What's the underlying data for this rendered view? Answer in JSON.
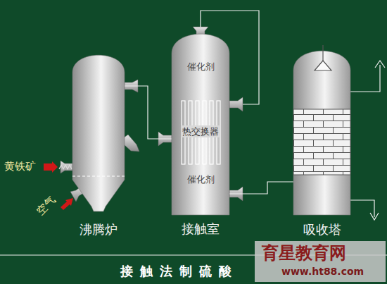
{
  "diagram": {
    "title": "接触法制硫酸",
    "nodes": [
      {
        "text": [
          "沸腾炉"
        ]
      },
      {
        "text": [
          "催化剂",
          "催化剂",
          "接触室"
        ]
      },
      {
        "text": [
          "热交换器"
        ],
        "in": 1
      },
      {
        "text": [
          "吸收塔"
        ]
      }
    ],
    "edges": [
      {
        "from": 0,
        "to": 1,
        "arrow": "none"
      },
      {
        "from": 1,
        "to": 3,
        "arrow": "none"
      }
    ],
    "labels": [
      "黄铁矿",
      "空气",
      "育星教育网",
      "www.ht88.com"
    ]
  }
}
